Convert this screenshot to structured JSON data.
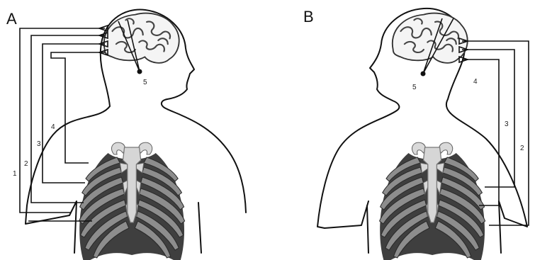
{
  "figure": {
    "panels": [
      {
        "id": "A",
        "label": "A",
        "facing": "right",
        "pathway_labels": [
          "1",
          "2",
          "3",
          "4"
        ],
        "center_label": "5"
      },
      {
        "id": "B",
        "label": "B",
        "facing": "left",
        "pathway_labels": [
          "4",
          "3",
          "2"
        ],
        "center_label": "5"
      }
    ],
    "colors": {
      "outline": "#111111",
      "rib": "#8d8d8d",
      "ribcage_shadow": "#3f3f3f",
      "cartilage": "#d9d9d9"
    }
  }
}
